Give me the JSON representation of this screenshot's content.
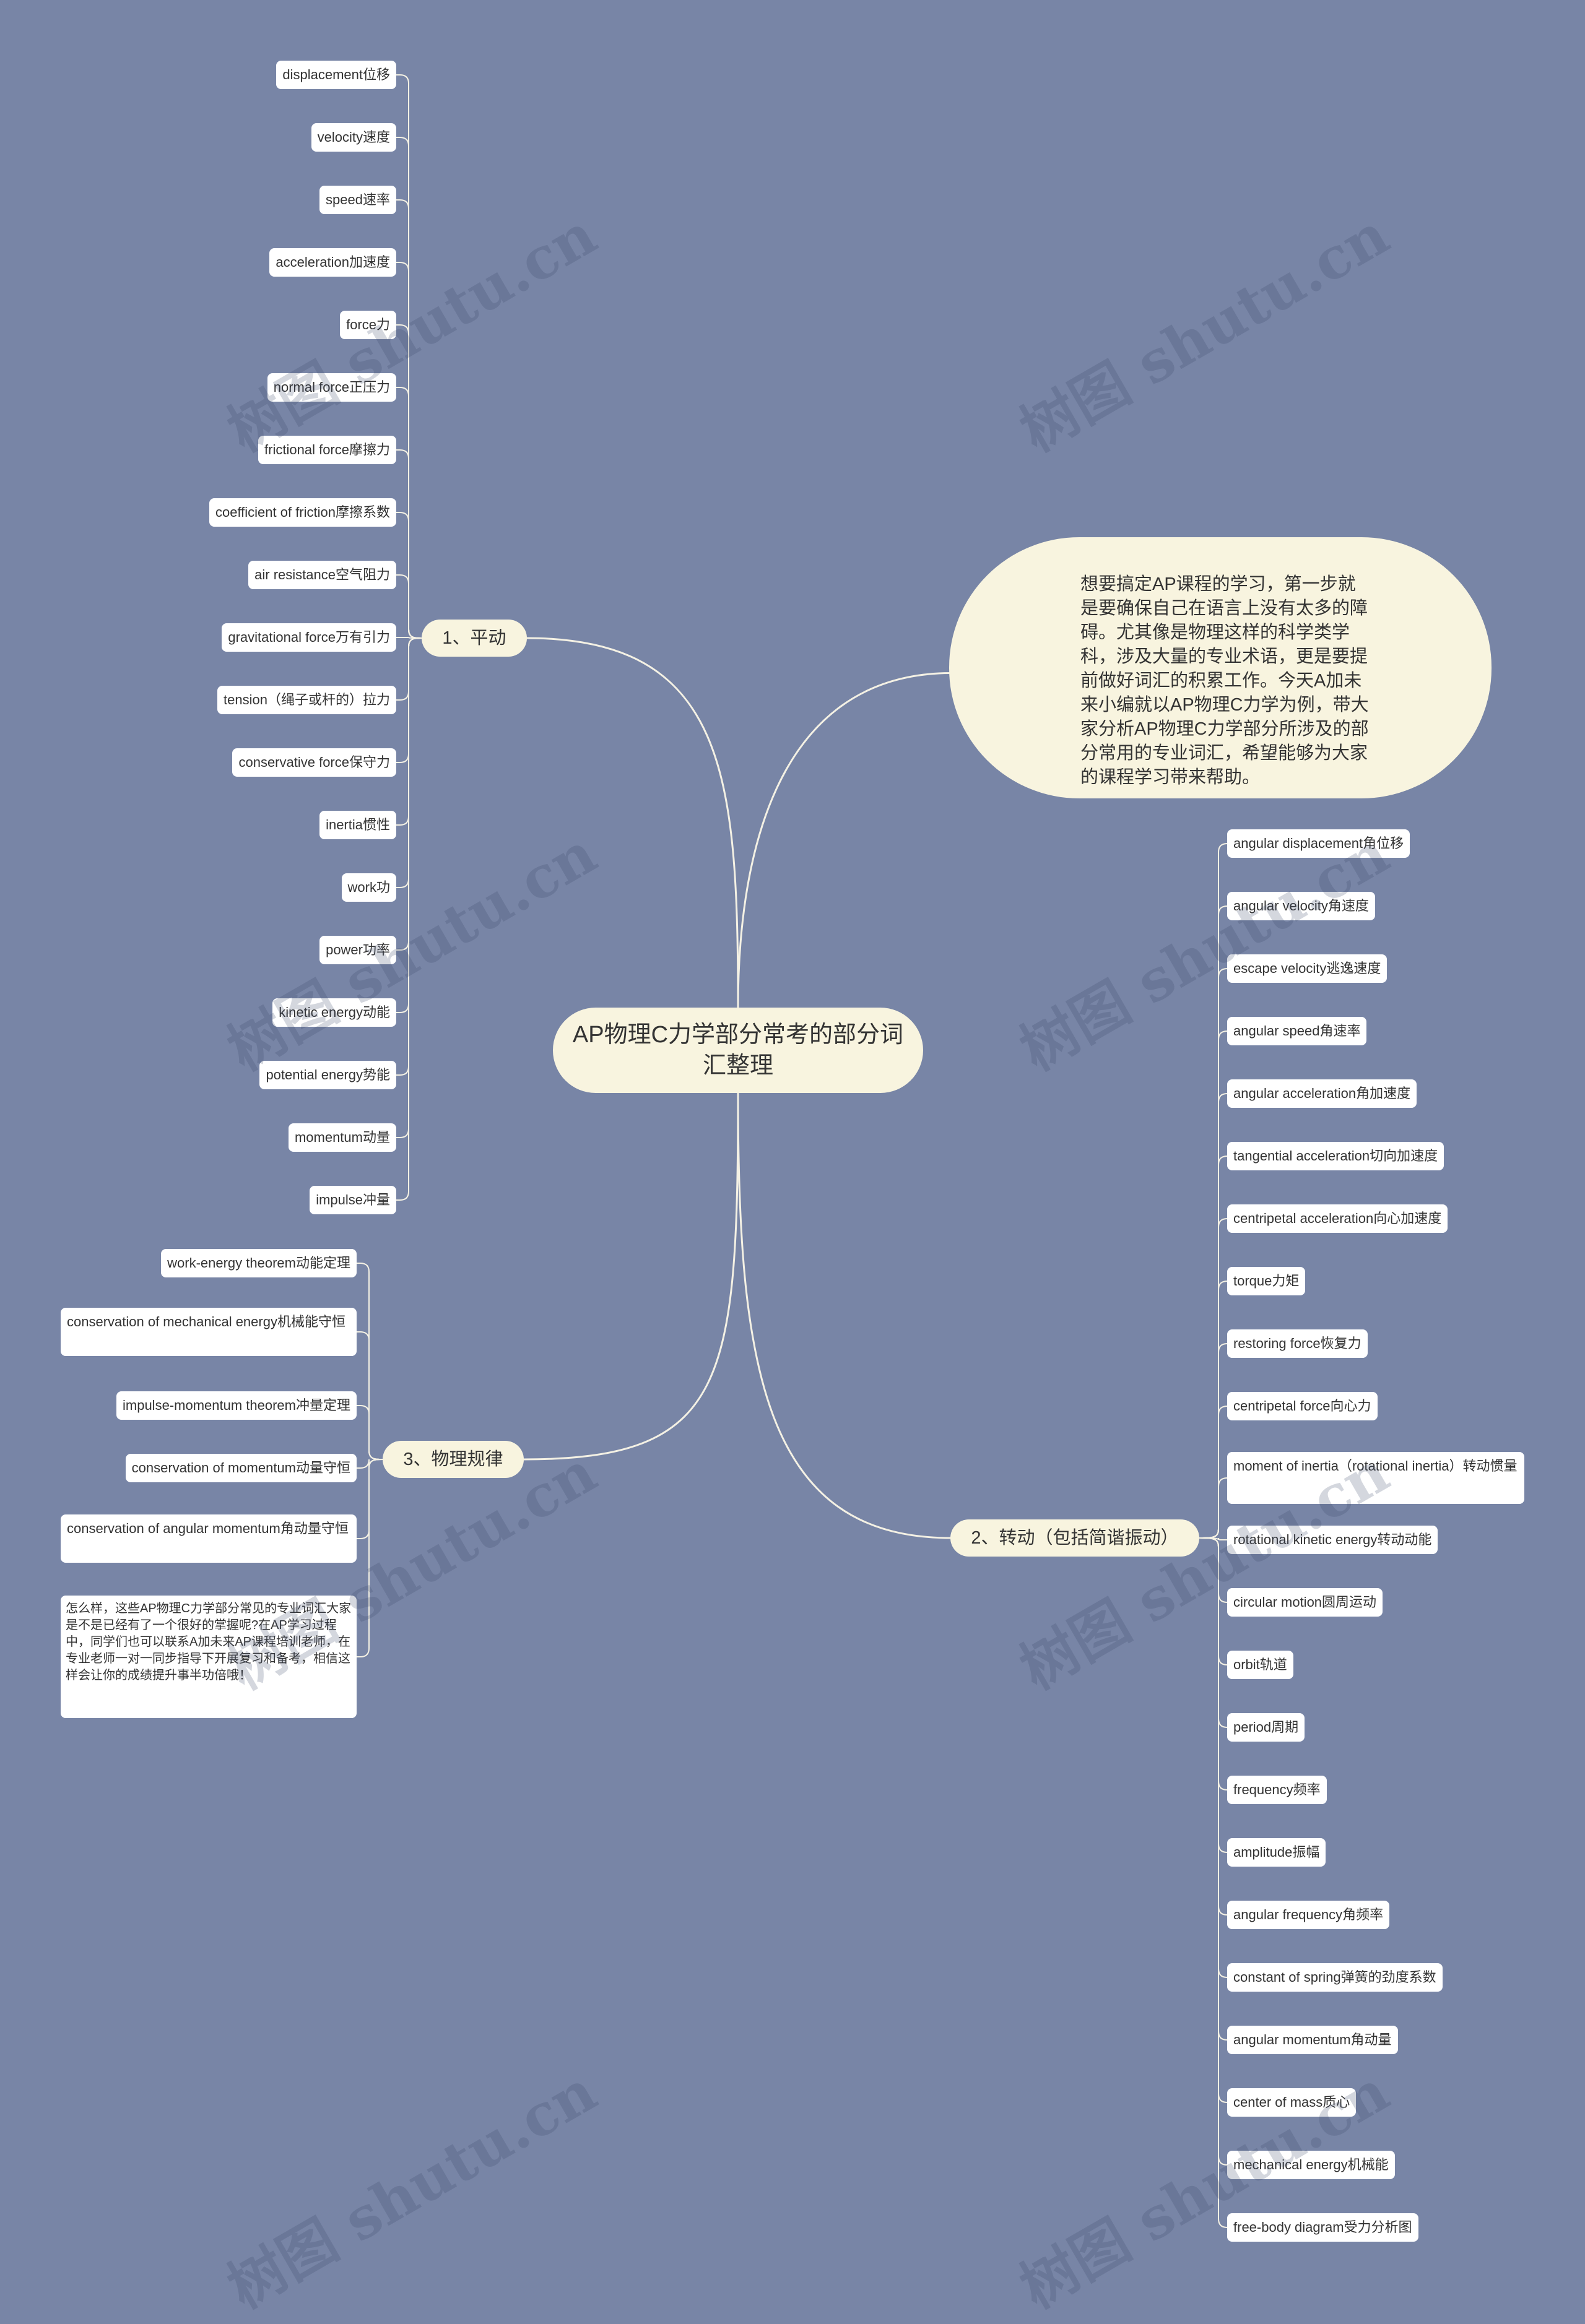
{
  "root": {
    "title": "AP物理C力学部分常考的部分词汇整理"
  },
  "intro": {
    "text": "想要搞定AP课程的学习，第一步就是要确保自己在语言上没有太多的障碍。尤其像是物理这样的科学类学科，涉及大量的专业术语，更是要提前做好词汇的积累工作。今天A加未来小编就以AP物理C力学为例，带大家分析AP物理C力学部分所涉及的部分常用的专业词汇，希望能够为大家的课程学习带来帮助。"
  },
  "branches": {
    "b1": {
      "label": "1、平动",
      "items": [
        "displacement位移",
        "velocity速度",
        "speed速率",
        "acceleration加速度",
        "force力",
        "normal force正压力",
        "frictional force摩擦力",
        "coefficient of friction摩擦系数",
        "air resistance空气阻力",
        "gravitational force万有引力",
        "tension（绳子或杆的）拉力",
        "conservative force保守力",
        "inertia惯性",
        "work功",
        "power功率",
        "kinetic energy动能",
        "potential energy势能",
        "momentum动量",
        "impulse冲量"
      ]
    },
    "b2": {
      "label": "2、转动（包括简谐振动）",
      "items": [
        "angular displacement角位移",
        "angular velocity角速度",
        "escape velocity逃逸速度",
        "angular speed角速率",
        "angular acceleration角加速度",
        "tangential acceleration切向加速度",
        "centripetal acceleration向心加速度",
        "torque力矩",
        "restoring force恢复力",
        "centripetal force向心力",
        "moment of inertia（rotational inertia）转动惯量",
        "rotational kinetic energy转动动能",
        "circular motion圆周运动",
        "orbit轨道",
        "period周期",
        "frequency频率",
        "amplitude振幅",
        "angular frequency角频率",
        "constant of spring弹簧的劲度系数",
        "angular momentum角动量",
        "center of mass质心",
        "mechanical energy机械能",
        "free-body diagram受力分析图"
      ]
    },
    "b3": {
      "label": "3、物理规律",
      "items": [
        "work-energy theorem动能定理",
        "conservation of mechanical energy机械能守恒",
        "impulse-momentum theorem冲量定理",
        "conservation of momentum动量守恒",
        "conservation of angular momentum角动量守恒",
        "怎么样，这些AP物理C力学部分常见的专业词汇大家是不是已经有了一个很好的掌握呢?在AP学习过程中，同学们也可以联系A加未来AP课程培训老师，在专业老师一对一同步指导下开展复习和备考，相信这样会让你的成绩提升事半功倍哦！"
      ]
    }
  },
  "watermark": {
    "text": "树图 shutu.cn"
  },
  "colors": {
    "background": "#7885a6",
    "node": "#f8f4df",
    "leaf": "#ffffff",
    "line": "#f4f1e4"
  }
}
